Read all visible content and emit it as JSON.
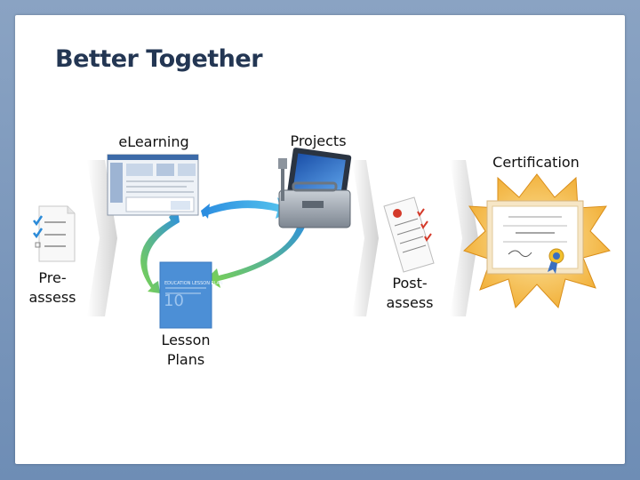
{
  "slide": {
    "title": "Better Together"
  },
  "diagram": {
    "nodes": {
      "pre_assess": "Pre- assess",
      "pre_assess_lines": [
        "Pre-",
        "assess"
      ],
      "elearning": "eLearning",
      "projects": "Projects",
      "lesson_plans_lines": [
        "Lesson",
        "Plans"
      ],
      "post_assess_lines": [
        "Post-",
        "assess"
      ],
      "certification": "Certification"
    },
    "book_cover": {
      "line1": "EDUCATION LESSON PLAN",
      "number": "10"
    }
  },
  "colors": {
    "title": "#233653",
    "arrow_gray": "#d9d9d9",
    "cycle_blue": "#1f86d6",
    "cycle_green": "#6fcf3f",
    "burst": "#f6b73c",
    "book_blue": "#4c8fd6"
  }
}
